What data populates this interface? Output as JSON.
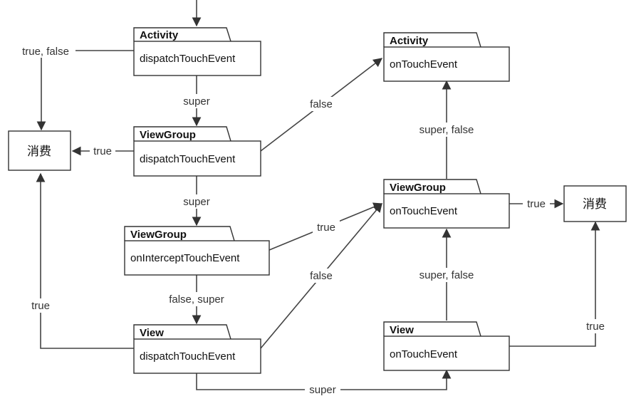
{
  "nodes": {
    "activity_dispatch": {
      "tab": "Activity",
      "label": "dispatchTouchEvent"
    },
    "activity_ontouch": {
      "tab": "Activity",
      "label": "onTouchEvent"
    },
    "viewgroup_dispatch": {
      "tab": "ViewGroup",
      "label": "dispatchTouchEvent"
    },
    "viewgroup_intercept": {
      "tab": "ViewGroup",
      "label": "onInterceptTouchEvent"
    },
    "viewgroup_ontouch": {
      "tab": "ViewGroup",
      "label": "onTouchEvent"
    },
    "view_dispatch": {
      "tab": "View",
      "label": "dispatchTouchEvent"
    },
    "view_ontouch": {
      "tab": "View",
      "label": "onTouchEvent"
    },
    "consume_left": {
      "label": "消费"
    },
    "consume_right": {
      "label": "消费"
    }
  },
  "edges": {
    "act_dispatch_to_consume": "true, false",
    "act_dispatch_super": "super",
    "vg_dispatch_true": "true",
    "vg_dispatch_false": "false",
    "vg_dispatch_super": "super",
    "vg_intercept_true": "true",
    "vg_intercept_false_super": "false, super",
    "view_dispatch_true": "true",
    "view_dispatch_false": "false",
    "view_dispatch_super": "super",
    "vg_ontouch_super_false": "super, false",
    "vg_ontouch_true": "true",
    "view_ontouch_super_false": "super, false",
    "view_ontouch_true": "true"
  }
}
